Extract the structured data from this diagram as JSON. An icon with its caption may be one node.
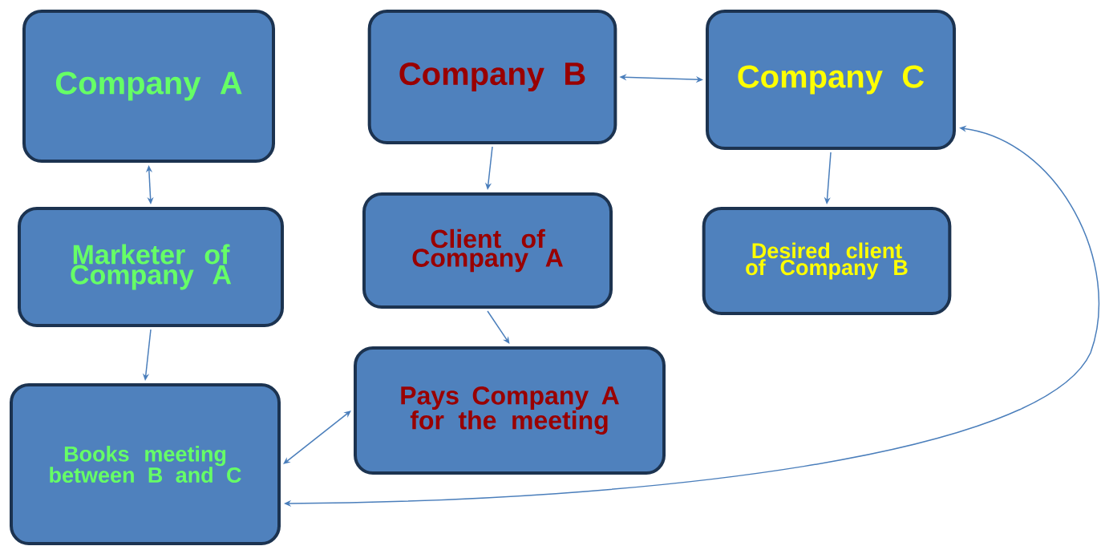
{
  "diagram": {
    "nodes": [
      {
        "text": [
          "Company A"
        ]
      },
      {
        "text": [
          "Company B"
        ]
      },
      {
        "text": [
          "Company C"
        ]
      },
      {
        "text": [
          "Marketer of Company A"
        ]
      },
      {
        "text": [
          "Client of Company A"
        ]
      },
      {
        "text": [
          "Desired client of Company B"
        ]
      },
      {
        "text": [
          "Books meeting between B and C"
        ]
      },
      {
        "text": [
          "Pays Company A for the meeting"
        ]
      }
    ],
    "edges": [
      {
        "from": 0,
        "to": 3,
        "arrow": "both"
      },
      {
        "from": 1,
        "to": 2,
        "arrow": "both"
      },
      {
        "from": 1,
        "to": 4,
        "arrow": "to"
      },
      {
        "from": 2,
        "to": 5,
        "arrow": "to"
      },
      {
        "from": 3,
        "to": 6,
        "arrow": "to"
      },
      {
        "from": 4,
        "to": 7,
        "arrow": "to"
      },
      {
        "from": 6,
        "to": 7,
        "arrow": "both"
      },
      {
        "from": 2,
        "to": 6,
        "arrow": "both"
      }
    ]
  }
}
